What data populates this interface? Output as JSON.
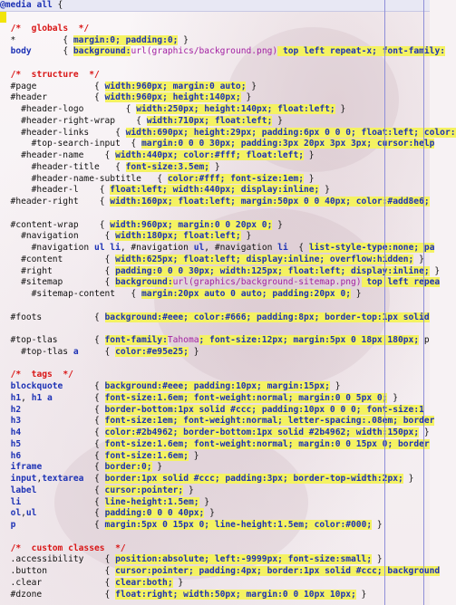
{
  "editor": {
    "lines": [
      [
        {
          "c": "kw",
          "t": "@media"
        },
        {
          "c": "text",
          "t": " "
        },
        {
          "c": "kw",
          "t": "all"
        },
        {
          "c": "text",
          "t": " {"
        }
      ],
      [
        {
          "c": "cursor",
          "t": ""
        }
      ],
      [
        {
          "c": "text",
          "t": "  "
        },
        {
          "c": "comment",
          "t": "/*  globals  */"
        }
      ],
      [
        {
          "c": "text",
          "t": "  *         { "
        },
        {
          "c": "prop",
          "t": "margin:0; padding:0;"
        },
        {
          "c": "text",
          "t": " }"
        }
      ],
      [
        {
          "c": "text",
          "t": "  "
        },
        {
          "c": "sel-blue",
          "t": "body"
        },
        {
          "c": "text",
          "t": "      { "
        },
        {
          "c": "prop",
          "t": "background:"
        },
        {
          "c": "url",
          "t": "url(graphics/background.png)"
        },
        {
          "c": "prop",
          "t": " top left repeat-x; font-family:"
        }
      ],
      [
        {
          "c": "text",
          "t": ""
        }
      ],
      [
        {
          "c": "text",
          "t": "  "
        },
        {
          "c": "comment",
          "t": "/*  structure  */"
        }
      ],
      [
        {
          "c": "text",
          "t": "  #page           { "
        },
        {
          "c": "prop",
          "t": "width:960px; margin:0 auto;"
        },
        {
          "c": "text",
          "t": " }"
        }
      ],
      [
        {
          "c": "text",
          "t": "  #header         { "
        },
        {
          "c": "prop",
          "t": "width:960px; height:140px;"
        },
        {
          "c": "text",
          "t": " }"
        }
      ],
      [
        {
          "c": "text",
          "t": "    #header-logo        { "
        },
        {
          "c": "prop",
          "t": "width:250px; height:140px; float:left;"
        },
        {
          "c": "text",
          "t": " }"
        }
      ],
      [
        {
          "c": "text",
          "t": "    #header-right-wrap    { "
        },
        {
          "c": "prop",
          "t": "width:710px; float:left;"
        },
        {
          "c": "text",
          "t": " }"
        }
      ],
      [
        {
          "c": "text",
          "t": "    #header-links     { "
        },
        {
          "c": "prop",
          "t": "width:690px; height:29px; padding:6px 0 0 0; float:left; color:"
        }
      ],
      [
        {
          "c": "text",
          "t": "      #top-search-input  { "
        },
        {
          "c": "prop",
          "t": "margin:0 0 0 30px; padding:3px 20px 3px 3px; cursor:help"
        }
      ],
      [
        {
          "c": "text",
          "t": "    #header-name    { "
        },
        {
          "c": "prop",
          "t": "width:440px; color:#fff; float:left;"
        },
        {
          "c": "text",
          "t": " }"
        }
      ],
      [
        {
          "c": "text",
          "t": "      #header-title   { "
        },
        {
          "c": "prop",
          "t": "font-size:3.5em;"
        },
        {
          "c": "text",
          "t": " }"
        }
      ],
      [
        {
          "c": "text",
          "t": "      #header-name-subtitle   { "
        },
        {
          "c": "prop",
          "t": "color:#fff; font-size:1em;"
        },
        {
          "c": "text",
          "t": " }"
        }
      ],
      [
        {
          "c": "text",
          "t": "      #header-l    { "
        },
        {
          "c": "prop",
          "t": "float:left; width:440px; display:inline;"
        },
        {
          "c": "text",
          "t": " }"
        }
      ],
      [
        {
          "c": "text",
          "t": "  #header-right    { "
        },
        {
          "c": "prop",
          "t": "width:160px; float:left; margin:50px 0 0 40px; color:#add8e6;"
        }
      ],
      [
        {
          "c": "text",
          "t": ""
        }
      ],
      [
        {
          "c": "text",
          "t": "  #content-wrap    { "
        },
        {
          "c": "prop",
          "t": "width:960px; margin:0 0 20px 0;"
        },
        {
          "c": "text",
          "t": " }"
        }
      ],
      [
        {
          "c": "text",
          "t": "    #navigation     { "
        },
        {
          "c": "prop",
          "t": "width:180px; float:left;"
        },
        {
          "c": "text",
          "t": " }"
        }
      ],
      [
        {
          "c": "text",
          "t": "      #navigation "
        },
        {
          "c": "sel-blue",
          "t": "ul li"
        },
        {
          "c": "text",
          "t": ", #navigation "
        },
        {
          "c": "sel-blue",
          "t": "ul"
        },
        {
          "c": "text",
          "t": ", #navigation "
        },
        {
          "c": "sel-blue",
          "t": "li"
        },
        {
          "c": "text",
          "t": "  { "
        },
        {
          "c": "prop",
          "t": "list-style-type:none; pa"
        }
      ],
      [
        {
          "c": "text",
          "t": "    #content        { "
        },
        {
          "c": "prop",
          "t": "width:625px; float:left; display:inline; overflow:hidden;"
        },
        {
          "c": "text",
          "t": " }"
        }
      ],
      [
        {
          "c": "text",
          "t": "    #right          { "
        },
        {
          "c": "prop",
          "t": "padding:0 0 0 30px; width:125px; float:left; display:inline;"
        },
        {
          "c": "text",
          "t": " }"
        }
      ],
      [
        {
          "c": "text",
          "t": "    #sitemap        { "
        },
        {
          "c": "prop",
          "t": "background:"
        },
        {
          "c": "url",
          "t": "url(graphics/background-sitemap.png)"
        },
        {
          "c": "prop",
          "t": " top left repea"
        }
      ],
      [
        {
          "c": "text",
          "t": "      #sitemap-content   { "
        },
        {
          "c": "prop",
          "t": "margin:20px auto 0 auto; padding:20px 0;"
        },
        {
          "c": "text",
          "t": " }"
        }
      ],
      [
        {
          "c": "text",
          "t": ""
        }
      ],
      [
        {
          "c": "text",
          "t": "  #foots          { "
        },
        {
          "c": "prop",
          "t": "background:#eee; color:#666; padding:8px; border-top:1px solid"
        }
      ],
      [
        {
          "c": "text",
          "t": ""
        }
      ],
      [
        {
          "c": "text",
          "t": "  #top-tlas       { "
        },
        {
          "c": "prop",
          "t": "font-family:"
        },
        {
          "c": "url",
          "t": "Tahoma"
        },
        {
          "c": "prop",
          "t": "; font-size:12px; margin:5px 0 18px 180px;"
        },
        {
          "c": "text",
          "t": " p"
        }
      ],
      [
        {
          "c": "text",
          "t": "    #top-tlas "
        },
        {
          "c": "sel-blue",
          "t": "a"
        },
        {
          "c": "text",
          "t": "     { "
        },
        {
          "c": "prop",
          "t": "color:#e95e25;"
        },
        {
          "c": "text",
          "t": " }"
        }
      ],
      [
        {
          "c": "text",
          "t": ""
        }
      ],
      [
        {
          "c": "text",
          "t": "  "
        },
        {
          "c": "comment",
          "t": "/*  tags  */"
        }
      ],
      [
        {
          "c": "text",
          "t": "  "
        },
        {
          "c": "sel-blue",
          "t": "blockquote"
        },
        {
          "c": "text",
          "t": "      { "
        },
        {
          "c": "prop",
          "t": "background:#eee; padding:10px; margin:15px;"
        },
        {
          "c": "text",
          "t": " }"
        }
      ],
      [
        {
          "c": "text",
          "t": "  "
        },
        {
          "c": "sel-blue",
          "t": "h1"
        },
        {
          "c": "text",
          "t": ", "
        },
        {
          "c": "sel-blue",
          "t": "h1 a"
        },
        {
          "c": "text",
          "t": "        { "
        },
        {
          "c": "prop",
          "t": "font-size:1.6em; font-weight:normal; margin:0 0 5px 0;"
        },
        {
          "c": "text",
          "t": " }"
        }
      ],
      [
        {
          "c": "text",
          "t": "  "
        },
        {
          "c": "sel-blue",
          "t": "h2"
        },
        {
          "c": "text",
          "t": "              { "
        },
        {
          "c": "prop",
          "t": "border-bottom:1px solid #ccc; padding:10px 0 0 0; font-size:1"
        }
      ],
      [
        {
          "c": "text",
          "t": "  "
        },
        {
          "c": "sel-blue",
          "t": "h3"
        },
        {
          "c": "text",
          "t": "              { "
        },
        {
          "c": "prop",
          "t": "font-size:1em; font-weight:normal; letter-spacing:.08em; border"
        }
      ],
      [
        {
          "c": "text",
          "t": "  "
        },
        {
          "c": "sel-blue",
          "t": "h4"
        },
        {
          "c": "text",
          "t": "              { "
        },
        {
          "c": "prop",
          "t": "color:#2b4962; border-bottom:1px solid #2b4962; width:150px;"
        },
        {
          "c": "text",
          "t": " }"
        }
      ],
      [
        {
          "c": "text",
          "t": "  "
        },
        {
          "c": "sel-blue",
          "t": "h5"
        },
        {
          "c": "text",
          "t": "              { "
        },
        {
          "c": "prop",
          "t": "font-size:1.6em; font-weight:normal; margin:0 0 15px 0; border"
        }
      ],
      [
        {
          "c": "text",
          "t": "  "
        },
        {
          "c": "sel-blue",
          "t": "h6"
        },
        {
          "c": "text",
          "t": "              { "
        },
        {
          "c": "prop",
          "t": "font-size:1.6em;"
        },
        {
          "c": "text",
          "t": " }"
        }
      ],
      [
        {
          "c": "text",
          "t": "  "
        },
        {
          "c": "sel-blue",
          "t": "iframe"
        },
        {
          "c": "text",
          "t": "          { "
        },
        {
          "c": "prop",
          "t": "border:0;"
        },
        {
          "c": "text",
          "t": " }"
        }
      ],
      [
        {
          "c": "text",
          "t": "  "
        },
        {
          "c": "sel-blue",
          "t": "input"
        },
        {
          "c": "text",
          "t": ","
        },
        {
          "c": "sel-blue",
          "t": "textarea"
        },
        {
          "c": "text",
          "t": "  { "
        },
        {
          "c": "prop",
          "t": "border:1px solid #ccc; padding:3px; border-top-width:2px;"
        },
        {
          "c": "text",
          "t": " }"
        }
      ],
      [
        {
          "c": "text",
          "t": "  "
        },
        {
          "c": "sel-blue",
          "t": "label"
        },
        {
          "c": "text",
          "t": "           { "
        },
        {
          "c": "prop",
          "t": "cursor:pointer;"
        },
        {
          "c": "text",
          "t": " }"
        }
      ],
      [
        {
          "c": "text",
          "t": "  "
        },
        {
          "c": "sel-blue",
          "t": "li"
        },
        {
          "c": "text",
          "t": "              { "
        },
        {
          "c": "prop",
          "t": "line-height:1.5em;"
        },
        {
          "c": "text",
          "t": " }"
        }
      ],
      [
        {
          "c": "text",
          "t": "  "
        },
        {
          "c": "sel-blue",
          "t": "ol"
        },
        {
          "c": "text",
          "t": ","
        },
        {
          "c": "sel-blue",
          "t": "ul"
        },
        {
          "c": "text",
          "t": "           { "
        },
        {
          "c": "prop",
          "t": "padding:0 0 0 40px;"
        },
        {
          "c": "text",
          "t": " }"
        }
      ],
      [
        {
          "c": "text",
          "t": "  "
        },
        {
          "c": "sel-blue",
          "t": "p"
        },
        {
          "c": "text",
          "t": "               { "
        },
        {
          "c": "prop",
          "t": "margin:5px 0 15px 0; line-height:1.5em; color:#000;"
        },
        {
          "c": "text",
          "t": " }"
        }
      ],
      [
        {
          "c": "text",
          "t": ""
        }
      ],
      [
        {
          "c": "text",
          "t": "  "
        },
        {
          "c": "comment",
          "t": "/*  custom classes  */"
        }
      ],
      [
        {
          "c": "text",
          "t": "  .accessibility    { "
        },
        {
          "c": "prop",
          "t": "position:absolute; left:-9999px; font-size:small;"
        },
        {
          "c": "text",
          "t": " }"
        }
      ],
      [
        {
          "c": "text",
          "t": "  .button           { "
        },
        {
          "c": "prop",
          "t": "cursor:pointer; padding:4px; border:1px solid #ccc; background"
        }
      ],
      [
        {
          "c": "text",
          "t": "  .clear            { "
        },
        {
          "c": "prop",
          "t": "clear:both;"
        },
        {
          "c": "text",
          "t": " }"
        }
      ],
      [
        {
          "c": "text",
          "t": "  #dzone            { "
        },
        {
          "c": "prop",
          "t": "float:right; width:50px; margin:0 0 10px 10px;"
        },
        {
          "c": "text",
          "t": " }"
        }
      ]
    ]
  }
}
